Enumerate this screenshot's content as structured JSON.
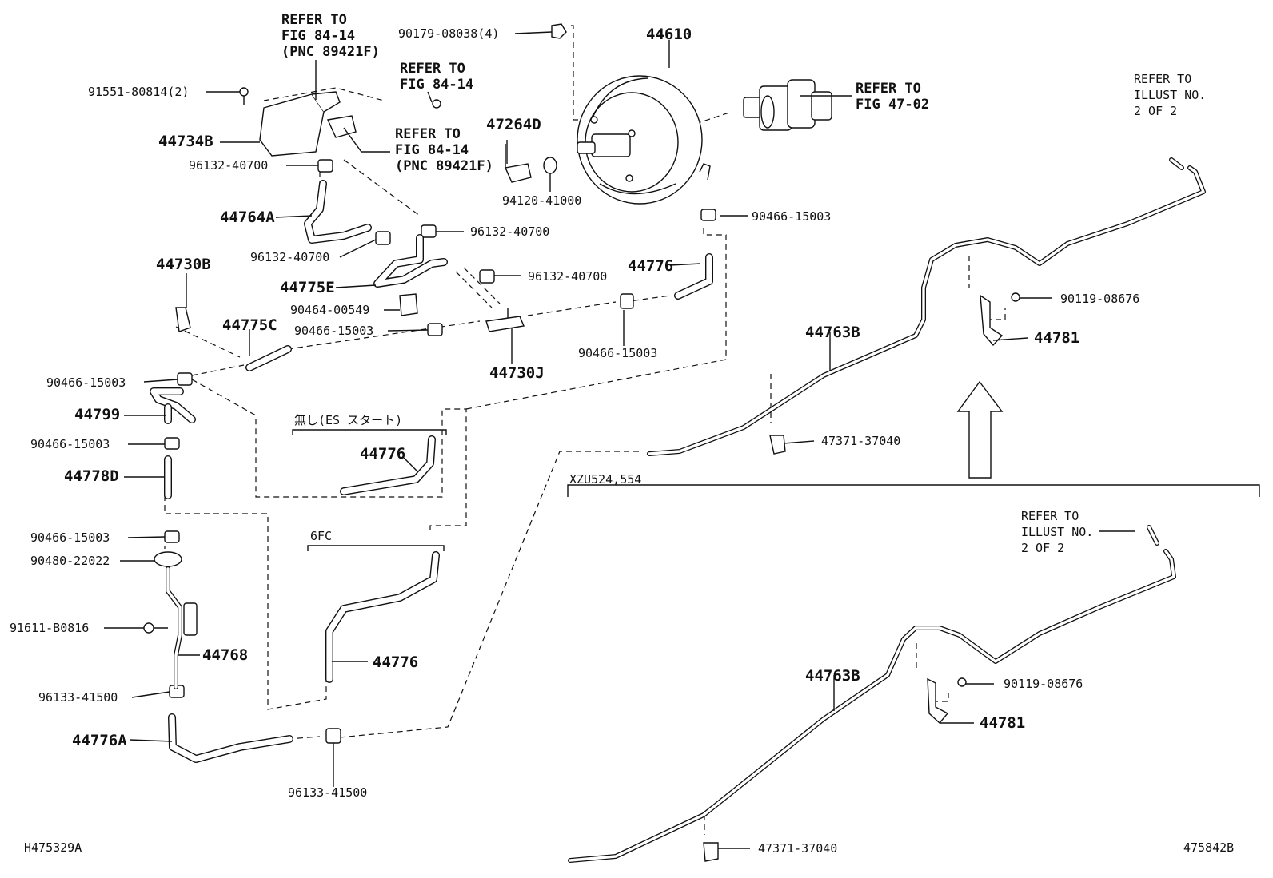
{
  "diagram": {
    "code_left": "H475329A",
    "code_right": "475842B",
    "section_variants": {
      "no_es_start": "無し(ES スタート)",
      "engine_6fc": "6FC",
      "model_xzu": "XZU524,554"
    },
    "labels": [
      {
        "id": "refer-84-14-a",
        "text": "REFER TO\nFIG 84-14\n(PNC 89421F)",
        "style": "bold"
      },
      {
        "id": "refer-84-14-b",
        "text": "REFER TO\nFIG 84-14",
        "style": "bold"
      },
      {
        "id": "refer-84-14-c",
        "text": "REFER TO\nFIG 84-14\n(PNC 89421F)",
        "style": "bold"
      },
      {
        "id": "refer-47-02",
        "text": "REFER TO\nFIG 47-02",
        "style": "bold"
      },
      {
        "id": "refer-illust-a",
        "text": "REFER TO\nILLUST NO.\n2 OF 2",
        "style": "normal"
      },
      {
        "id": "refer-illust-b",
        "text": "REFER TO\nILLUST NO.\n2 OF 2",
        "style": "normal"
      },
      {
        "id": "p-90179-08038",
        "text": "90179-08038(4)",
        "style": "normal"
      },
      {
        "id": "p-44610",
        "text": "44610",
        "style": "big"
      },
      {
        "id": "p-91551-80814",
        "text": "91551-80814(2)",
        "style": "normal"
      },
      {
        "id": "p-44734B",
        "text": "44734B",
        "style": "big"
      },
      {
        "id": "p-47264D",
        "text": "47264D",
        "style": "big"
      },
      {
        "id": "p-96132-40700-a",
        "text": "96132-40700",
        "style": "normal"
      },
      {
        "id": "p-94120-41000",
        "text": "94120-41000",
        "style": "normal"
      },
      {
        "id": "p-90466-15003-a",
        "text": "90466-15003",
        "style": "normal"
      },
      {
        "id": "p-44764A",
        "text": "44764A",
        "style": "big"
      },
      {
        "id": "p-96132-40700-b",
        "text": "96132-40700",
        "style": "normal"
      },
      {
        "id": "p-96132-40700-c",
        "text": "96132-40700",
        "style": "normal"
      },
      {
        "id": "p-44730B",
        "text": "44730B",
        "style": "big"
      },
      {
        "id": "p-96132-40700-d",
        "text": "96132-40700",
        "style": "normal"
      },
      {
        "id": "p-44776-a",
        "text": "44776",
        "style": "big"
      },
      {
        "id": "p-44775E",
        "text": "44775E",
        "style": "big"
      },
      {
        "id": "p-90464-00549",
        "text": "90464-00549",
        "style": "normal"
      },
      {
        "id": "p-90119-08676-a",
        "text": "90119-08676",
        "style": "normal"
      },
      {
        "id": "p-44775C",
        "text": "44775C",
        "style": "big"
      },
      {
        "id": "p-90466-15003-b",
        "text": "90466-15003",
        "style": "normal"
      },
      {
        "id": "p-44763B-a",
        "text": "44763B",
        "style": "big"
      },
      {
        "id": "p-44781-a",
        "text": "44781",
        "style": "big"
      },
      {
        "id": "p-90466-15003-c",
        "text": "90466-15003",
        "style": "normal"
      },
      {
        "id": "p-44730J",
        "text": "44730J",
        "style": "big"
      },
      {
        "id": "p-90466-15003-d",
        "text": "90466-15003",
        "style": "normal"
      },
      {
        "id": "p-44799",
        "text": "44799",
        "style": "big"
      },
      {
        "id": "p-47371-37040-a",
        "text": "47371-37040",
        "style": "normal"
      },
      {
        "id": "p-90466-15003-e",
        "text": "90466-15003",
        "style": "normal"
      },
      {
        "id": "p-44776-b",
        "text": "44776",
        "style": "big"
      },
      {
        "id": "p-44778D",
        "text": "44778D",
        "style": "big"
      },
      {
        "id": "p-90466-15003-f",
        "text": "90466-15003",
        "style": "normal"
      },
      {
        "id": "p-90480-22022",
        "text": "90480-22022",
        "style": "normal"
      },
      {
        "id": "p-91611-B0816",
        "text": "91611-B0816",
        "style": "normal"
      },
      {
        "id": "p-44768",
        "text": "44768",
        "style": "big"
      },
      {
        "id": "p-44776-c",
        "text": "44776",
        "style": "big"
      },
      {
        "id": "p-44763B-b",
        "text": "44763B",
        "style": "big"
      },
      {
        "id": "p-90119-08676-b",
        "text": "90119-08676",
        "style": "normal"
      },
      {
        "id": "p-96133-41500-a",
        "text": "96133-41500",
        "style": "normal"
      },
      {
        "id": "p-44781-b",
        "text": "44781",
        "style": "big"
      },
      {
        "id": "p-44776A",
        "text": "44776A",
        "style": "big"
      },
      {
        "id": "p-96133-41500-b",
        "text": "96133-41500",
        "style": "normal"
      },
      {
        "id": "p-47371-37040-b",
        "text": "47371-37040",
        "style": "normal"
      }
    ]
  }
}
